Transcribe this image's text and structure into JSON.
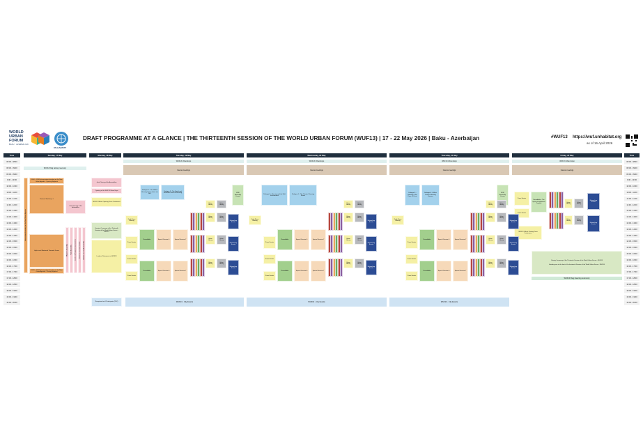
{
  "header": {
    "logo_line1": "WORLD",
    "logo_line2": "URBAN",
    "logo_line3": "FORUM",
    "logo_sub": "BAKU · AZERBAIJAN",
    "un_label": "UN-HABITAT",
    "title": "DRAFT PROGRAMME AT A GLANCE | THE THIRTEENTH SESSION OF THE WORLD URBAN FORUM (WUF13) | 17 - 22 May 2026 | Baku - Azerbaijan",
    "hashtag": "#WUF13",
    "url": "https://wuf.unhabitat.org",
    "as_of": "as of 16 April 2026"
  },
  "columns": {
    "time": "Time",
    "sunday": "Sunday, 17 May",
    "monday": "Monday, 18 May",
    "tuesday": "Tuesday, 19 May",
    "wednesday": "Wednesday, 20 May",
    "thursday": "Thursday, 21 May",
    "friday": "Friday, 22 May"
  },
  "times": [
    "08:00 - 08:30",
    "08:30 - 09:00",
    "09:00 - 09:30",
    "9:30 - 10:00",
    "10:00 - 10:30",
    "10:30 - 11:00",
    "11:00 - 11:30",
    "11:30 - 12:00",
    "12:00 - 12:30",
    "12:30 - 13:00",
    "13:00 - 13:30",
    "13:30 - 14:00",
    "14:00 - 14:30",
    "14:30 - 15:00",
    "15:00 - 15:30",
    "15:30 - 16:00",
    "16:00 - 16:30",
    "16:30 - 17:00",
    "17:00 - 17:30",
    "17:30 - 18:00",
    "18:00 - 18:30",
    "18:30 - 19:00",
    "19:00 - 19:30",
    "19:30 - 20:00"
  ],
  "bars": {
    "urban_expo": "WUF13 Urban Expo",
    "caucus": "Caucus meetings",
    "flag_raising": "WUF13 Flag raising ceremony",
    "city_events": "WUF13 - City Events",
    "flag_lowering": "WUF13 Flag lowering ceremony"
  },
  "sunday": {
    "side": "Intersessional meeting on the New Urban Agenda",
    "opening": "09:00 - 09:30 Intersessional meeting on the New Urban Agenda - Opening Segment",
    "network1": "Network Workshop 1",
    "joint_opening": "Joint Opening of the Assemblies",
    "highlevel": "High-Level Ministerial Thematic Forum",
    "closing": "16:45 - 17:00 Intersessional meeting on the New Urban Agenda - Closing Segment",
    "assemblies": [
      "Women's Assembly",
      "Youth Assembly",
      "Local and Regional Governments",
      "Business and Civil Society",
      "Children and Youth Assembly"
    ]
  },
  "monday": {
    "joint_closing": "Joint Closing of the Assemblies",
    "opening_expo": "Opening of the WUF13 Urban Expo",
    "press": "WUF13 Official Opening Press Conference",
    "opening_ceremony": "Opening Ceremony of the Thirteenth Session of the World Urban Forum - WUF13",
    "leaders": "Leaders' Statements at WUF13",
    "reception": "Reception for all Participants (TBC)"
  },
  "tuesday": {
    "dialogue1": "Dialogue 1 - The Global Housing Crisis: where are We?",
    "dialogue2": "Dialogue 2 - The Social and Economic Power of Housing",
    "daily_press": "Daily Press Briefing",
    "press_events": "Press Events",
    "roundtable": "Roundtable",
    "special5": "Special Session 5",
    "special6": "Special Session 6",
    "special7": "Special Session 7",
    "urban_library": "Urban Library",
    "networking": "Networking Events",
    "high_level": "WUF Assembly Events"
  },
  "wednesday": {
    "dialogue3": "Dialogue 3 - Housing and the Built Environment",
    "dialogue4": "Dialogue 4 - The Climate / Housing Nexus"
  },
  "thursday": {
    "dialogue5": "Dialogue 5 - Housing in the Face of Crisis",
    "dialogue6": "Dialogue 6 - A New Deal for Housing Finance"
  },
  "friday": {
    "roundtable": "Roundtable - The rights of Indigenous Peoples",
    "press_conf": "WUF13 Official Closing Press Conference",
    "closing_ceremony": "Closing Ceremony of the Thirteenth Session of the World Urban Forum - WUF13",
    "handing_over": "Handing over to the host of the fourteenth Session of the World Urban Forum - WUF14"
  },
  "colors": {
    "header_dark": "#1f2e3d",
    "expo_bar": "#dff0ee",
    "caucus": "#d9c8b4",
    "city": "#cfe3f3",
    "networking": "#2c4c94"
  }
}
